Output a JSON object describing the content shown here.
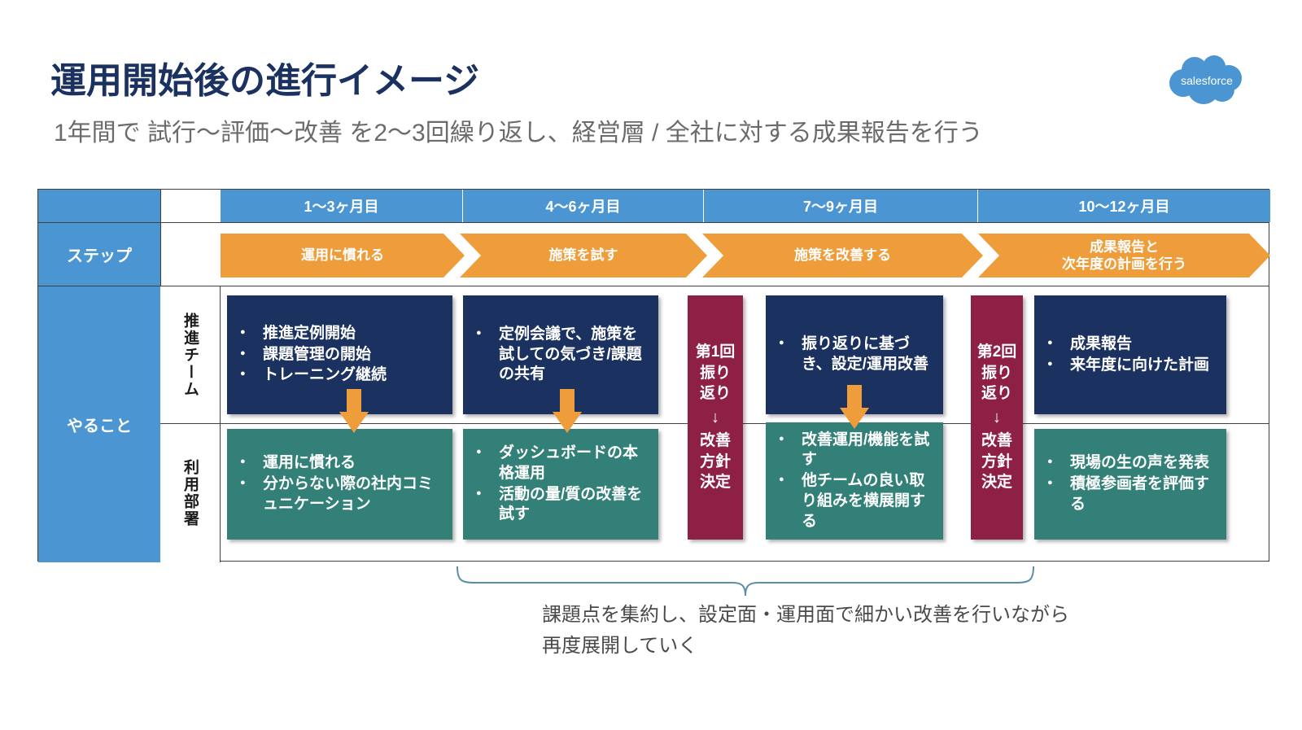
{
  "header": {
    "title": "運用開始後の進行イメージ",
    "subtitle": "1年間で 試行〜評価〜改善 を2〜3回繰り返し、経営層 / 全社に対する成果報告を行う",
    "logo_text": "salesforce"
  },
  "colors": {
    "title_navy": "#1B3160",
    "header_blue": "#4B95D3",
    "step_orange": "#EF9C3B",
    "box_navy": "#1B3160",
    "box_teal": "#328077",
    "box_crimson": "#8E1F45",
    "brace_blue": "#5B8FA8",
    "subtitle_gray": "#6b6b6b"
  },
  "table": {
    "row_labels": {
      "step": "ステップ",
      "todo": "やること",
      "team": "推進チーム",
      "dept": "利用部署"
    },
    "months": [
      "1〜3ヶ月目",
      "4〜6ヶ月目",
      "7〜9ヶ月目",
      "10〜12ヶ月目"
    ],
    "steps": [
      "運用に慣れる",
      "施策を試す",
      "施策を改善する",
      "成果報告と\n次年度の計画を行う"
    ],
    "team_boxes": [
      {
        "items": [
          "推進定例開始",
          "課題管理の開始",
          "トレーニング継続"
        ]
      },
      {
        "items": [
          "定例会議で、施策を試しての気づき/課題の共有"
        ]
      },
      {
        "items": [
          "振り返りに基づき、設定/運用改善"
        ]
      },
      {
        "items": [
          "成果報告",
          "来年度に向けた計画"
        ]
      }
    ],
    "dept_boxes": [
      {
        "items": [
          "運用に慣れる",
          "分からない際の社内コミュニケーション"
        ]
      },
      {
        "items": [
          "ダッシュボードの本格運用",
          "活動の量/質の改善を試す"
        ]
      },
      {
        "items": [
          "改善運用/機能を試す",
          "他チームの良い取り組みを横展開する"
        ]
      },
      {
        "items": [
          "現場の生の声を発表",
          "積極参画者を評価する"
        ]
      }
    ],
    "reviews": [
      {
        "title_lines": [
          "第1回",
          "振り",
          "返り"
        ],
        "arrow": "↓",
        "result_lines": [
          "改善",
          "方針",
          "決定"
        ]
      },
      {
        "title_lines": [
          "第2回",
          "振り",
          "返り"
        ],
        "arrow": "↓",
        "result_lines": [
          "改善",
          "方針",
          "決定"
        ]
      }
    ]
  },
  "annotation": {
    "line1": "課題点を集約し、設定面・運用面で細かい改善を行いながら",
    "line2": "再度展開していく"
  }
}
